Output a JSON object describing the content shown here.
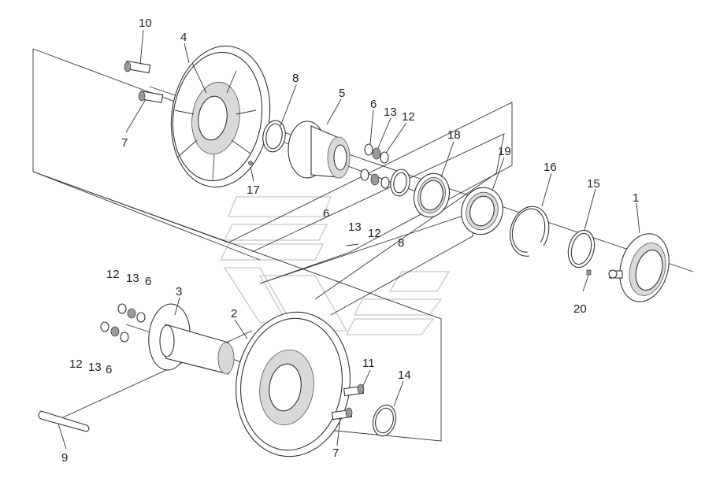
{
  "callouts": {
    "c1": "1",
    "c2": "2",
    "c3": "3",
    "c4": "4",
    "c5": "5",
    "c6a": "6",
    "c6b": "6",
    "c6c": "6",
    "c6d": "6",
    "c7a": "7",
    "c7b": "7",
    "c8a": "8",
    "c8b": "8",
    "c9": "9",
    "c10": "10",
    "c11": "11",
    "c12a": "12",
    "c12b": "12",
    "c12c": "12",
    "c12d": "12",
    "c13a": "13",
    "c13b": "13",
    "c13c": "13",
    "c13d": "13",
    "c14": "14",
    "c15": "15",
    "c16": "16",
    "c17": "17",
    "c18": "18",
    "c19": "19",
    "c20": "20"
  }
}
